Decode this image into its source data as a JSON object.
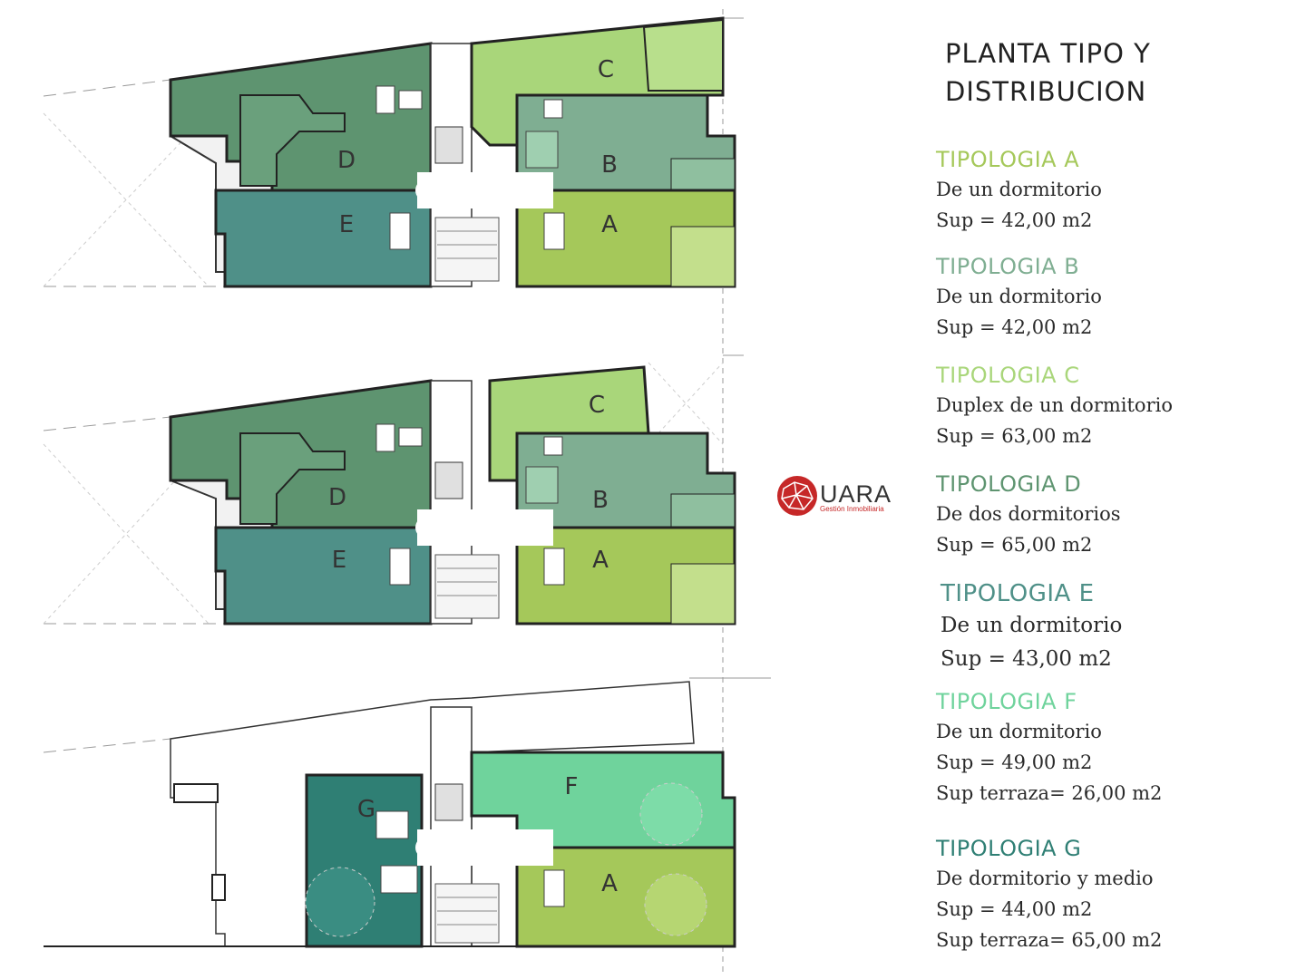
{
  "title_line1": "PLANTA TIPO Y",
  "title_line2": "DISTRIBUCION",
  "logo": {
    "brand": "UARA",
    "subtitle": "Gestión Inmobiliaria"
  },
  "plan_labels": {
    "top": [
      "C",
      "D",
      "B",
      "E",
      "A"
    ],
    "middle": [
      "C",
      "D",
      "B",
      "E",
      "A"
    ],
    "bottom": [
      "F",
      "G",
      "A"
    ]
  },
  "tipologias": [
    {
      "name": "TIPOLOGIA A",
      "color": "#a5c85a",
      "lines": [
        "De un dormitorio",
        "Sup = 42,00   m2"
      ]
    },
    {
      "name": "TIPOLOGIA B",
      "color": "#7fae92",
      "lines": [
        "De un dormitorio",
        "Sup = 42,00  m2"
      ]
    },
    {
      "name": "TIPOLOGIA C",
      "color": "#a9d67a",
      "lines": [
        "Duplex de un dormitorio",
        "Sup = 63,00   m2"
      ]
    },
    {
      "name": "TIPOLOGIA D",
      "color": "#5e9470",
      "lines": [
        "De dos dormitorios",
        "Sup = 65,00 m2"
      ]
    },
    {
      "name": "TIPOLOGIA E",
      "color": "#4f9088",
      "lines": [
        "De un dormitorio",
        "Sup = 43,00  m2"
      ]
    },
    {
      "name": "TIPOLOGIA F",
      "color": "#6fd39c",
      "lines": [
        "De un dormitorio",
        "Sup = 49,00   m2",
        "Sup terraza= 26,00 m2"
      ]
    },
    {
      "name": "TIPOLOGIA G",
      "color": "#2f7f74",
      "lines": [
        "De dormitorio y medio",
        "Sup = 44,00    m2",
        "Sup terraza= 65,00 m2"
      ]
    }
  ]
}
